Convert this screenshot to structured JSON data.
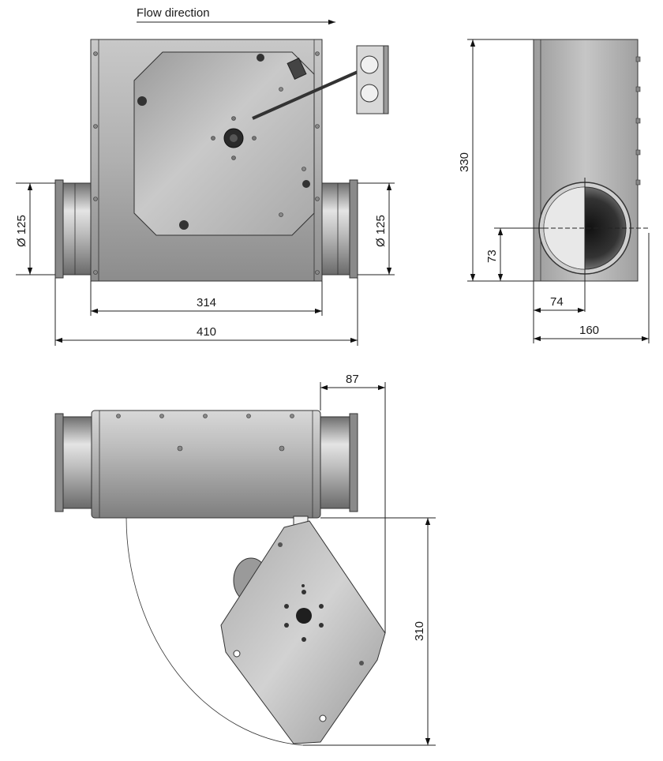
{
  "labels": {
    "flow_direction": "Flow direction",
    "front_dia_left": "Ø 125",
    "front_dia_right": "Ø 125",
    "front_width_inner": "314",
    "front_width_total": "410",
    "side_height": "330",
    "side_outlet_height": "73",
    "side_outlet_offset": "74",
    "side_depth": "160",
    "top_door_offset": "87",
    "top_door_height": "310"
  },
  "colors": {
    "line": "#222222",
    "housing_light": "#d4d4d4",
    "housing_dark": "#8a8a8a",
    "panel": "#b9b9b9"
  }
}
